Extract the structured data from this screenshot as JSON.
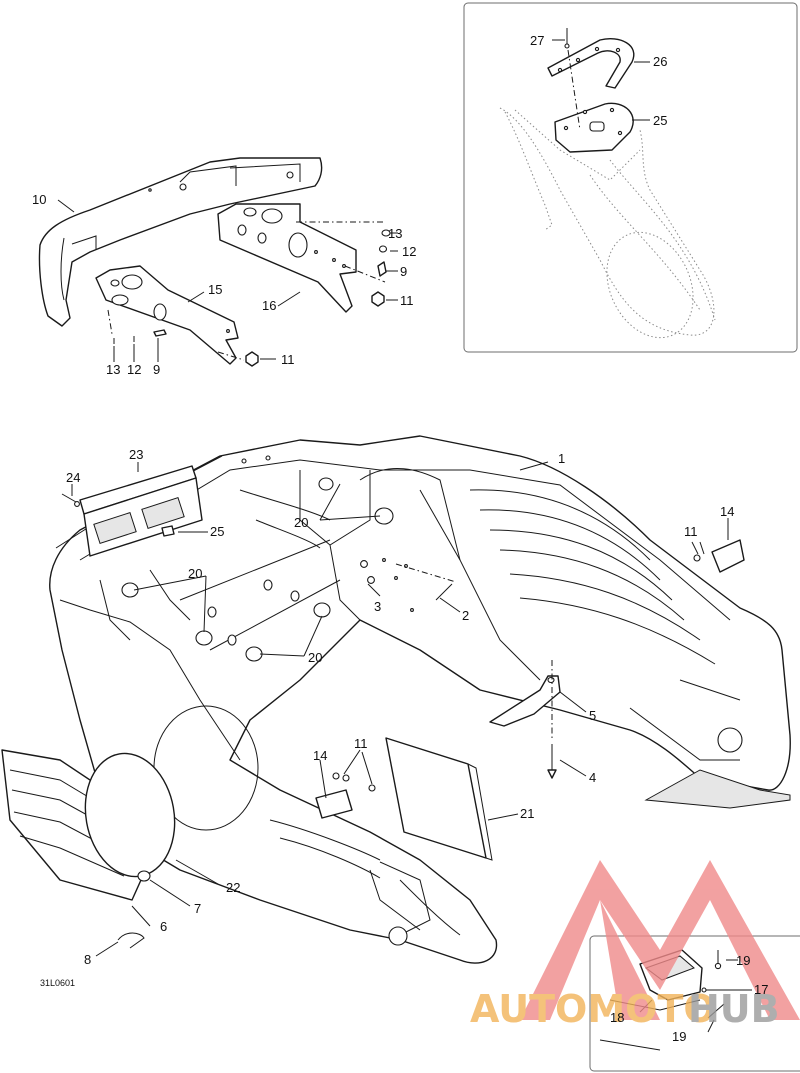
{
  "drawing": {
    "reference_code": "31L0601",
    "callouts": [
      {
        "id": "c27",
        "text": "27"
      },
      {
        "id": "c26",
        "text": "26"
      },
      {
        "id": "c25a",
        "text": "25"
      },
      {
        "id": "c10",
        "text": "10"
      },
      {
        "id": "c13a",
        "text": "13"
      },
      {
        "id": "c12a",
        "text": "12"
      },
      {
        "id": "c9a",
        "text": "9"
      },
      {
        "id": "c15",
        "text": "15"
      },
      {
        "id": "c16",
        "text": "16"
      },
      {
        "id": "c11a",
        "text": "11"
      },
      {
        "id": "c13b",
        "text": "13"
      },
      {
        "id": "c12b",
        "text": "12"
      },
      {
        "id": "c9b",
        "text": "9"
      },
      {
        "id": "c11b",
        "text": "11"
      },
      {
        "id": "c1",
        "text": "1"
      },
      {
        "id": "c23",
        "text": "23"
      },
      {
        "id": "c24",
        "text": "24"
      },
      {
        "id": "c25b",
        "text": "25"
      },
      {
        "id": "c20a",
        "text": "20"
      },
      {
        "id": "c20b",
        "text": "20"
      },
      {
        "id": "c20c",
        "text": "20"
      },
      {
        "id": "c3",
        "text": "3"
      },
      {
        "id": "c2",
        "text": "2"
      },
      {
        "id": "c11c",
        "text": "11"
      },
      {
        "id": "c14a",
        "text": "14"
      },
      {
        "id": "c5",
        "text": "5"
      },
      {
        "id": "c4",
        "text": "4"
      },
      {
        "id": "c14b",
        "text": "14"
      },
      {
        "id": "c11d",
        "text": "11"
      },
      {
        "id": "c21",
        "text": "21"
      },
      {
        "id": "c22",
        "text": "22"
      },
      {
        "id": "c7",
        "text": "7"
      },
      {
        "id": "c6",
        "text": "6"
      },
      {
        "id": "c8",
        "text": "8"
      },
      {
        "id": "c19a",
        "text": "19"
      },
      {
        "id": "c17",
        "text": "17"
      },
      {
        "id": "c18",
        "text": "18"
      },
      {
        "id": "c19b",
        "text": "19"
      }
    ]
  },
  "watermark": {
    "word_part1": "AUTOMOTO",
    "word_part2": "HUB",
    "color_triangle": "#f08a8a",
    "color_text1": "#f2b35a",
    "color_text2": "#9a9a9a"
  },
  "colors": {
    "line": "#1a1a1a",
    "inset_border": "#6d6d6d"
  }
}
